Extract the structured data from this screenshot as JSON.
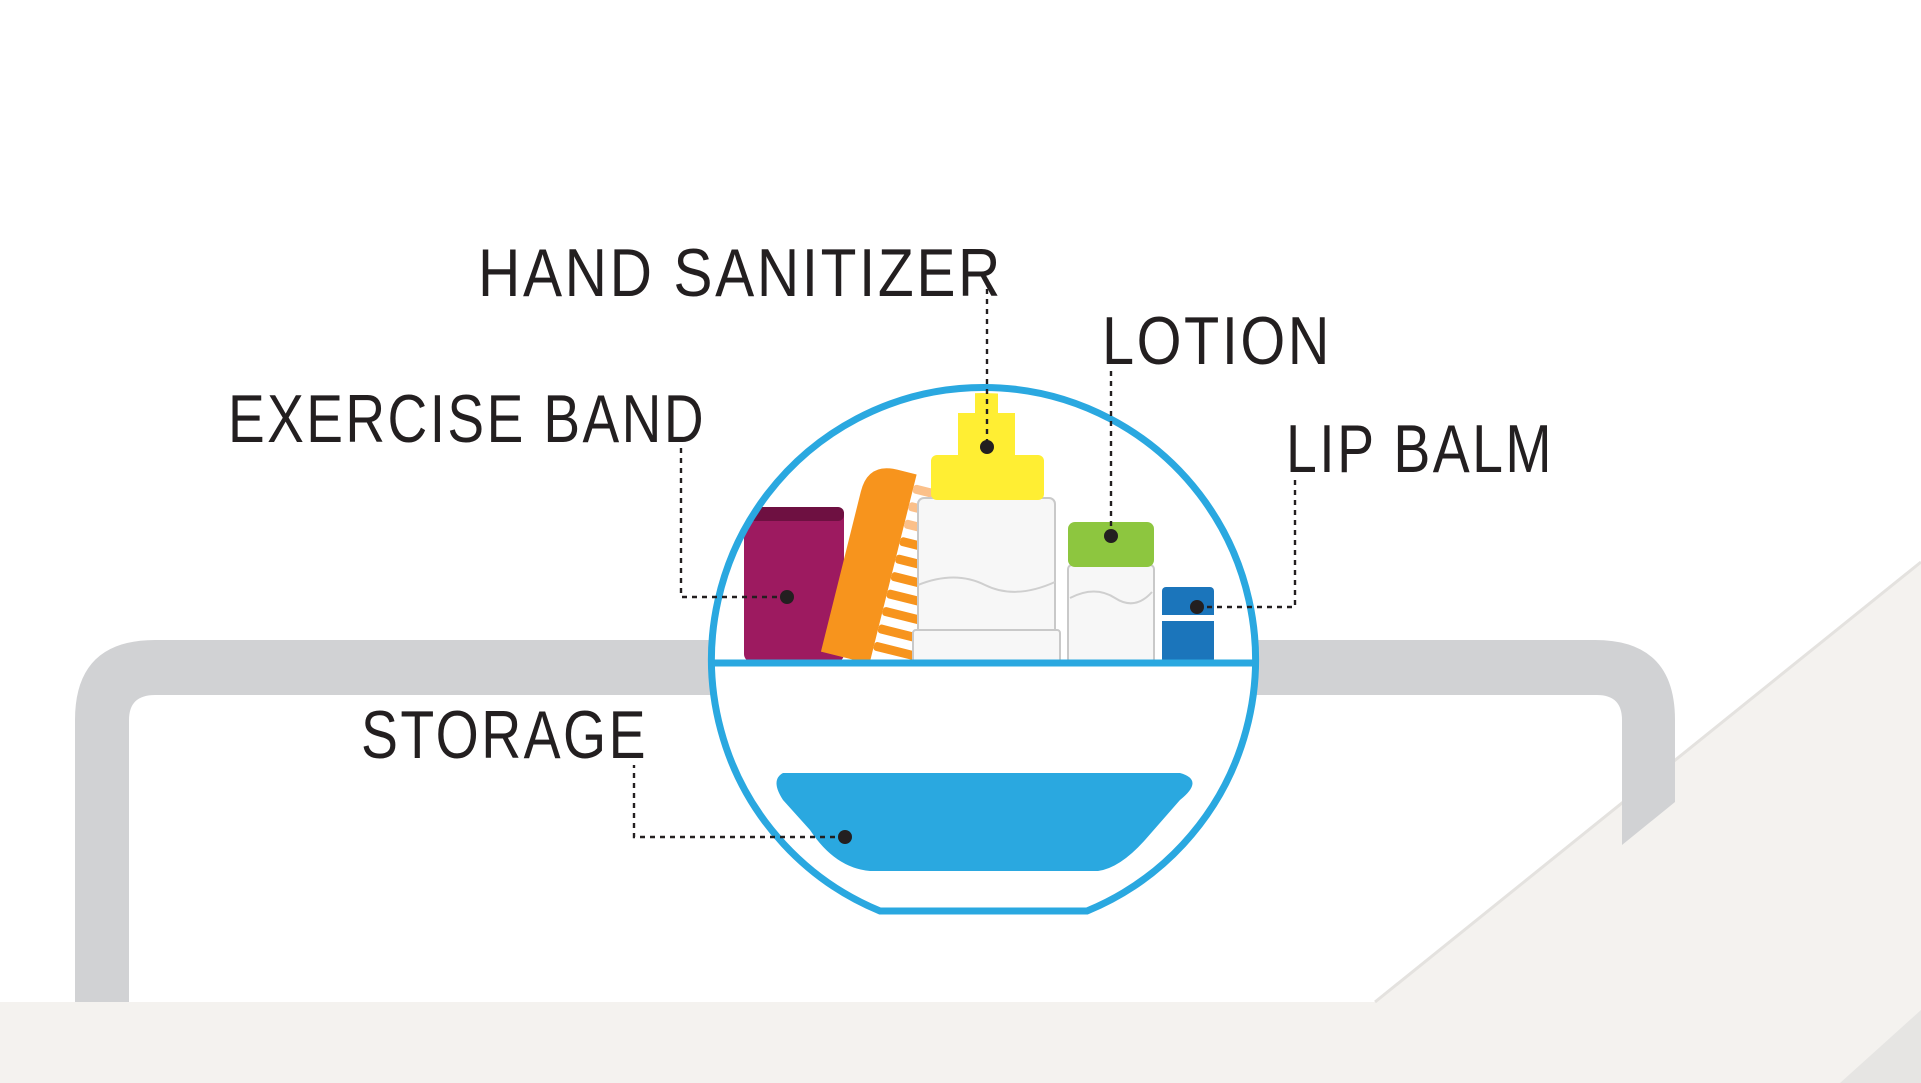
{
  "colors": {
    "label_text": "#231f20",
    "leader_line": "#231f20",
    "dot": "#231f20",
    "circle_outline": "#2aa8e0",
    "tray_fill": "#2aa8e0",
    "bed_frame": "#d1d2d4",
    "floor": "#f4f2ef",
    "exercise_band": "#9d1a60",
    "exercise_band_top": "#6e1041",
    "comb": "#f7941d",
    "comb_teeth_light": "#fbc08a",
    "hand_sanitizer_pump": "#ffee33",
    "lotion_cap": "#8dc63f",
    "lip_balm": "#1b75bb",
    "bottle_body": "#f7f7f7",
    "bottle_outline": "#c9c9c9"
  },
  "labels": {
    "hand_sanitizer": "HAND SANITIZER",
    "lotion": "LOTION",
    "exercise_band": "EXERCISE BAND",
    "lip_balm": "LIP BALM",
    "storage": "STORAGE"
  },
  "icons": {
    "bed": "bed-frame-icon",
    "caddy": "bedside-caddy-icon",
    "exercise_band": "exercise-band-icon",
    "comb": "comb-icon",
    "hand_sanitizer": "hand-sanitizer-bottle-icon",
    "lotion": "lotion-bottle-icon",
    "lip_balm": "lip-balm-icon",
    "storage": "storage-tray-icon"
  }
}
